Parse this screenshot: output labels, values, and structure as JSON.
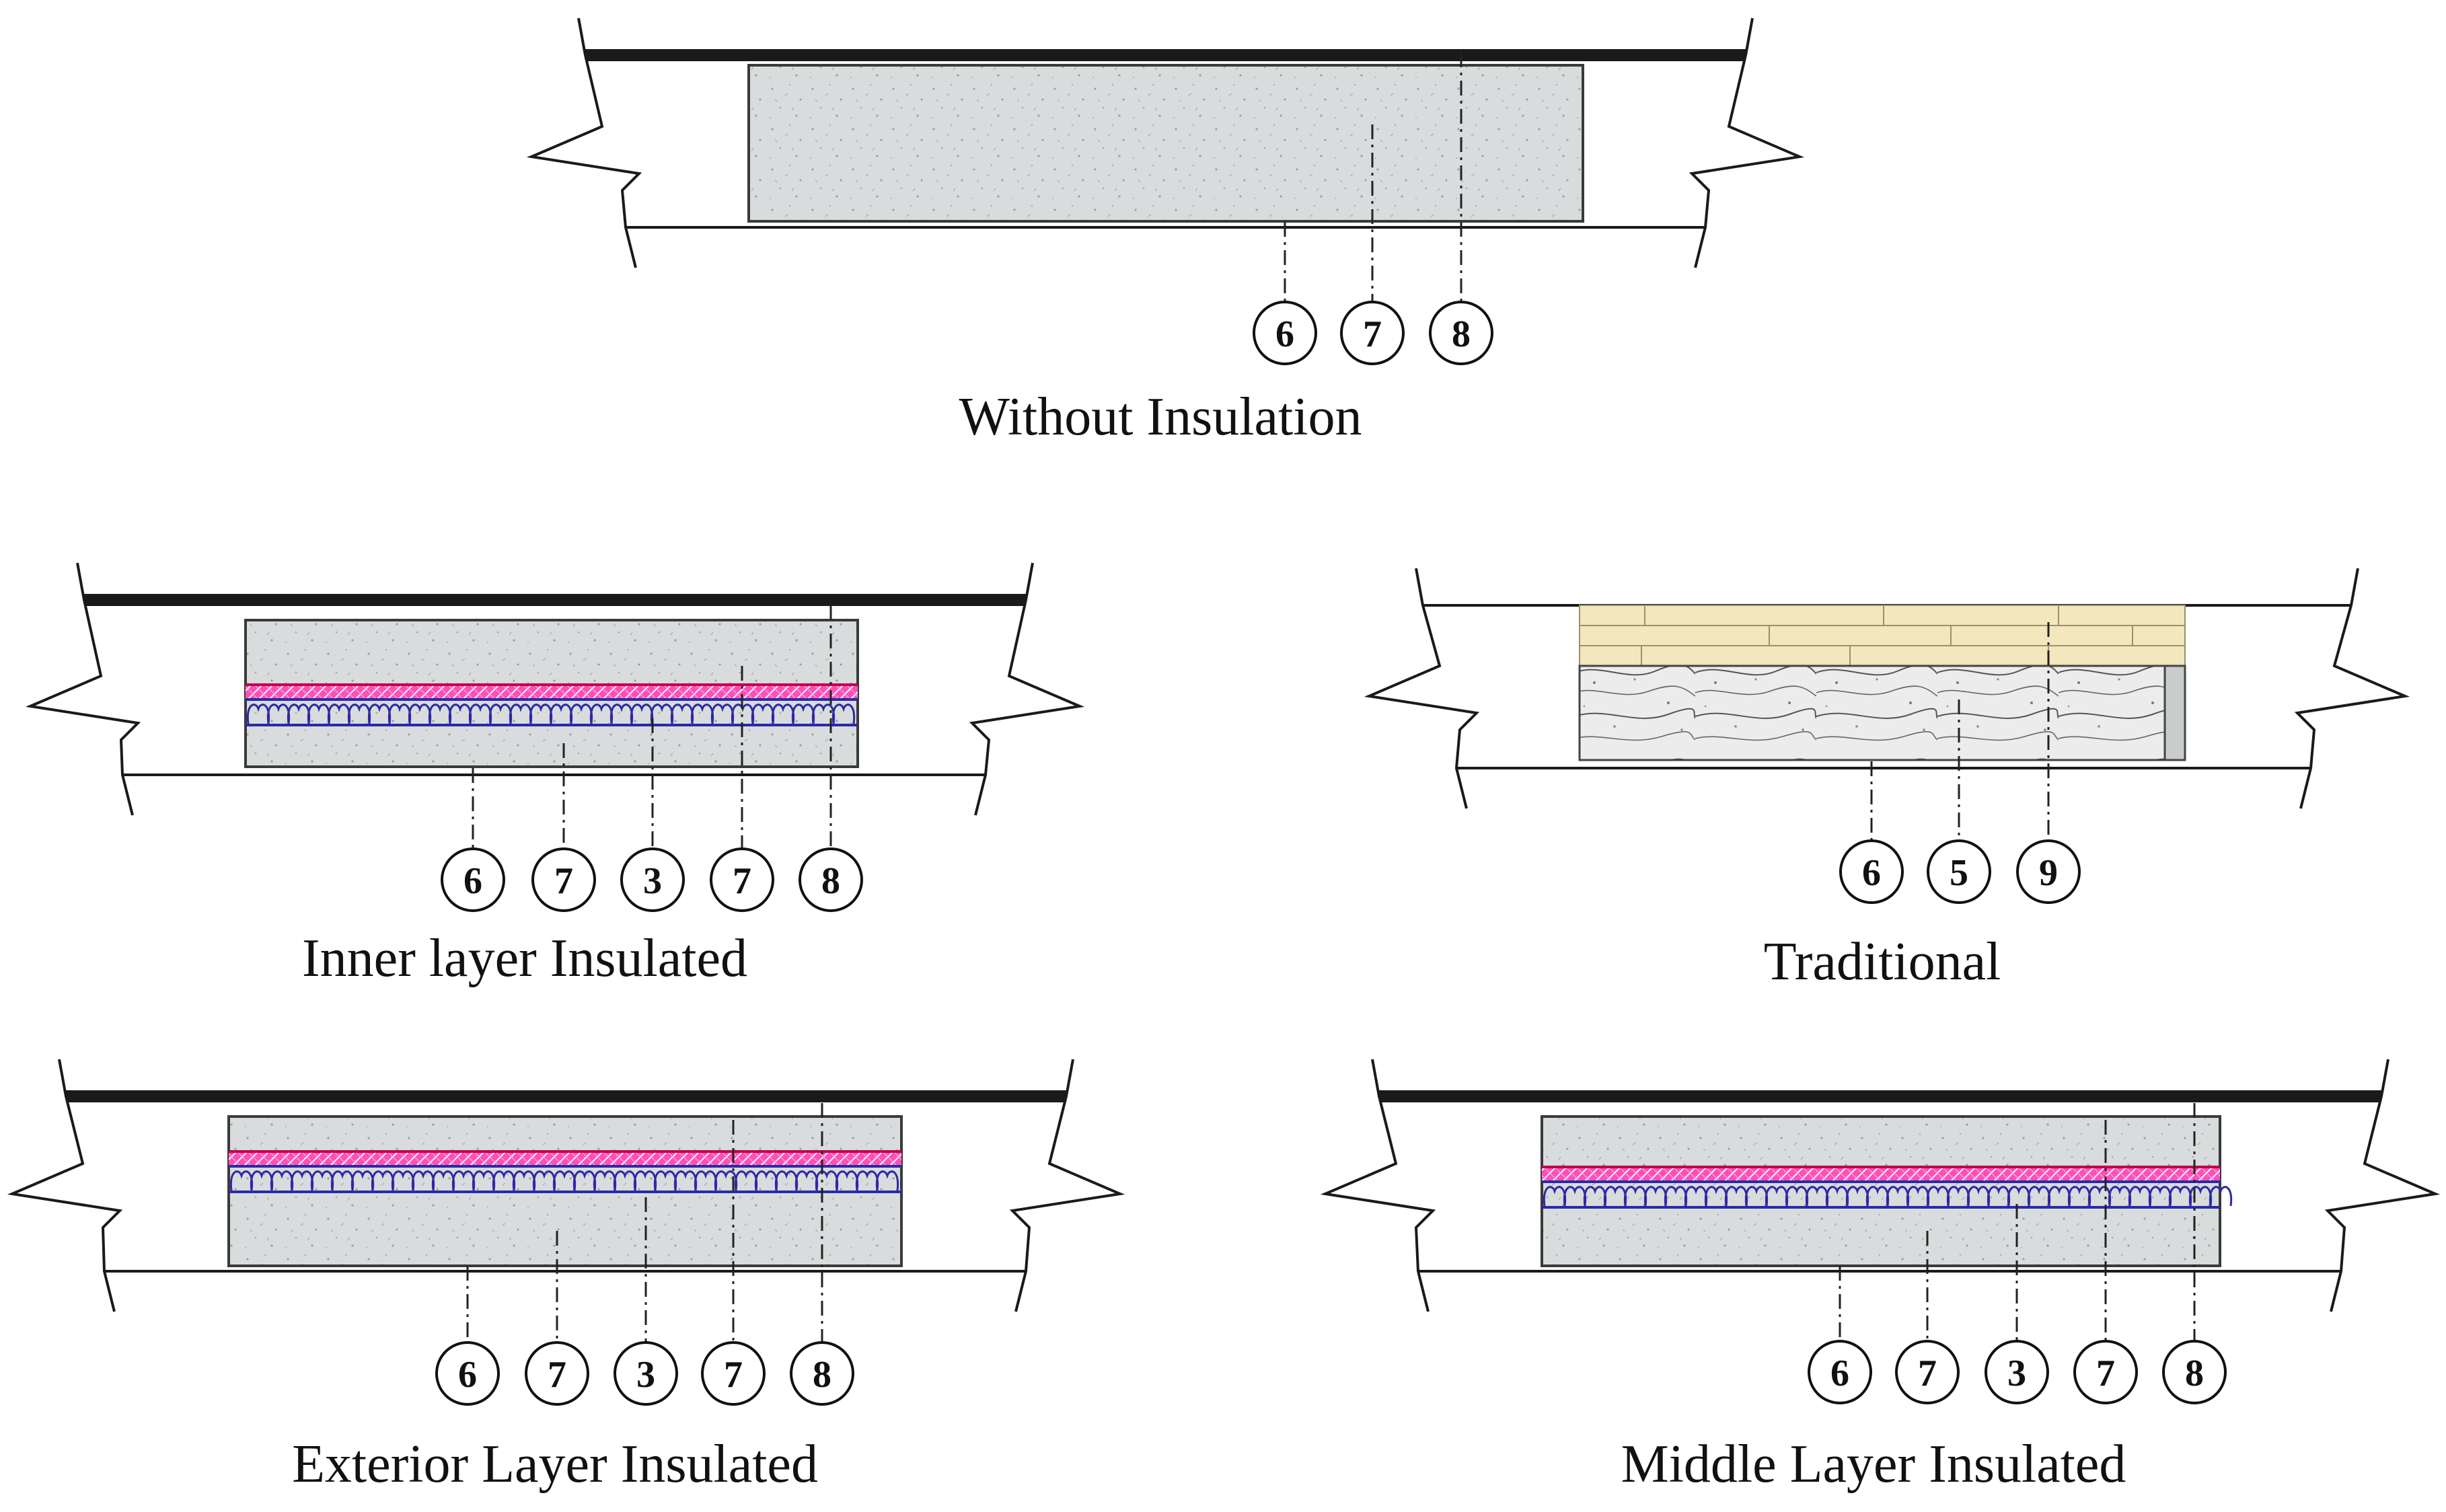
{
  "figure": {
    "panels": [
      {
        "id": "without",
        "caption": "Without Insulation",
        "callouts": [
          "6",
          "7",
          "8"
        ]
      },
      {
        "id": "inner",
        "caption": "Inner layer Insulated",
        "callouts": [
          "6",
          "7",
          "3",
          "7",
          "8"
        ]
      },
      {
        "id": "traditional",
        "caption": "Traditional",
        "callouts": [
          "6",
          "5",
          "9"
        ]
      },
      {
        "id": "exterior",
        "caption": "Exterior Layer Insulated",
        "callouts": [
          "6",
          "7",
          "3",
          "7",
          "8"
        ]
      },
      {
        "id": "middle",
        "caption": "Middle Layer Insulated",
        "callouts": [
          "6",
          "7",
          "3",
          "7",
          "8"
        ]
      }
    ],
    "colors": {
      "outline": "#1a1a1a",
      "concrete": "#d9dcdc",
      "membrane_pink": "#ff2fa8",
      "insulation_blue": "#2a2aa8",
      "brick": "#f2e7bd",
      "stone": "#e9e9e9"
    }
  }
}
